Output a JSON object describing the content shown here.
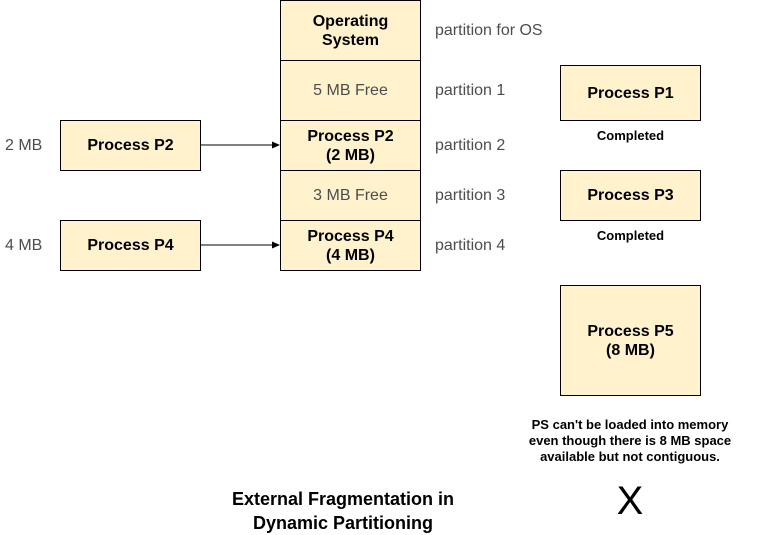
{
  "memory": {
    "os": "Operating\nSystem",
    "free1": "5 MB Free",
    "p2": "Process P2\n(2 MB)",
    "free3": "3 MB Free",
    "p4": "Process P4\n(4 MB)"
  },
  "partition_labels": {
    "os": "partition for OS",
    "p1": "partition 1",
    "p2": "partition 2",
    "p3": "partition 3",
    "p4": "partition 4"
  },
  "incoming": {
    "p2_size": "2 MB",
    "p2_label": "Process P2",
    "p4_size": "4 MB",
    "p4_label": "Process P4"
  },
  "right": {
    "p1": "Process P1",
    "p1_status": "Completed",
    "p3": "Process P3",
    "p3_status": "Completed",
    "p5": "Process P5\n(8 MB)",
    "note": "PS can't be loaded into memory\neven though there is 8 MB space\navailable but not contiguous.",
    "x_mark": "X"
  },
  "title": "External Fragmentation in\nDynamic Partitioning",
  "colors": {
    "box_fill": "#fff2cc",
    "border": "#000000",
    "label_text": "#4d4d4d"
  }
}
